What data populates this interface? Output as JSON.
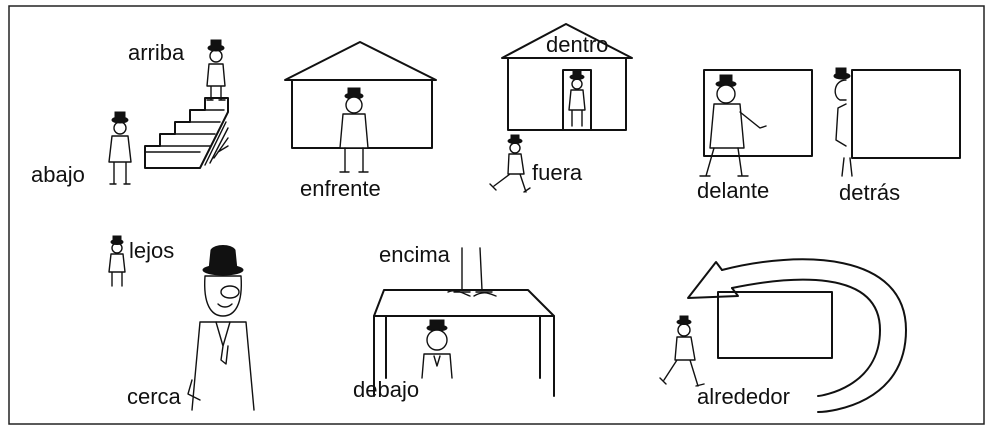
{
  "labels": {
    "arriba": "arriba",
    "abajo": "abajo",
    "enfrente": "enfrente",
    "dentro": "dentro",
    "fuera": "fuera",
    "delante": "delante",
    "detras": "detrás",
    "lejos": "lejos",
    "cerca": "cerca",
    "encima": "encima",
    "debajo": "debajo",
    "alrededor": "alrededor"
  }
}
